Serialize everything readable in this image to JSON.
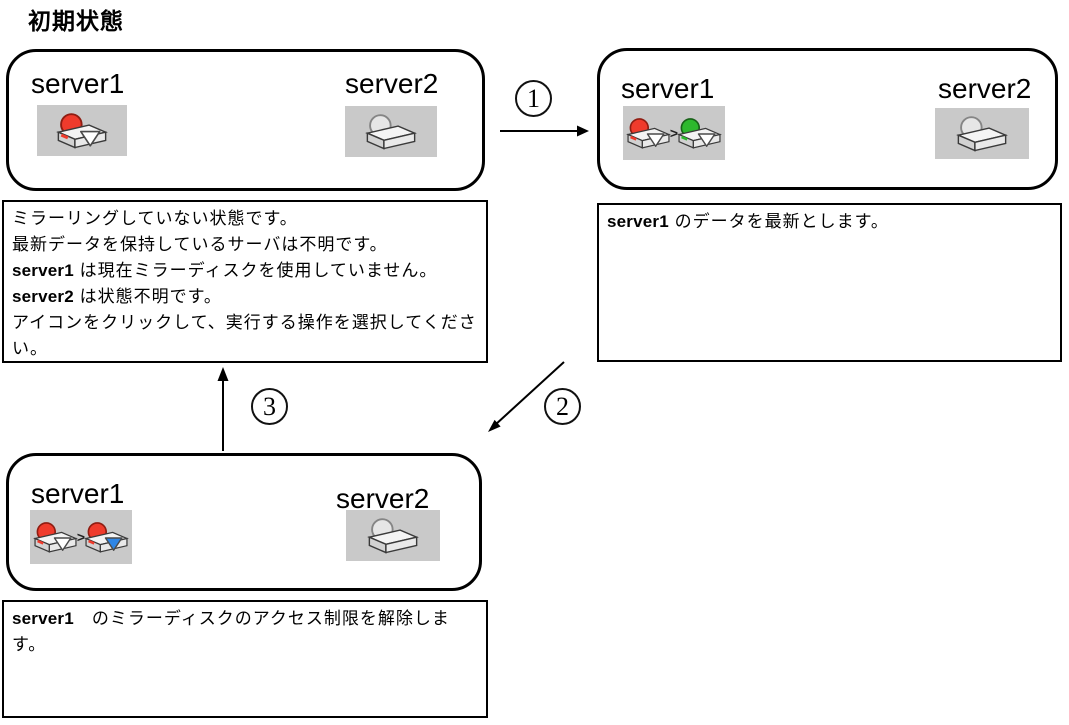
{
  "title": {
    "text": "初期状態"
  },
  "colors": {
    "red": "#ef3b2c",
    "green": "#2eb82e",
    "blue": "#2e86e6",
    "gray": "#e6e6e6",
    "white": "#ffffff",
    "tile_bg": "#c9c9c9",
    "line": "#000000"
  },
  "icon_defs": {
    "mirror-disk-error": {
      "ball": "red",
      "led": "red",
      "arrow": "white"
    },
    "mirror-disk-normal": {
      "ball": "green",
      "led": "green",
      "arrow": "white"
    },
    "mirror-disk-error-unlocked": {
      "ball": "red",
      "led": "red",
      "arrow": "blue"
    },
    "disk-unknown": {
      "ball": "gray",
      "led": null,
      "arrow": null
    }
  },
  "states": {
    "initial": {
      "server1": {
        "label": "server1",
        "icon": {
          "disks": [
            "mirror-disk-error"
          ]
        }
      },
      "server2": {
        "label": "server2",
        "icon": {
          "disks": [
            "disk-unknown"
          ]
        }
      }
    },
    "step1_result": {
      "server1": {
        "label": "server1",
        "icon": {
          "disks": [
            "mirror-disk-error",
            "mirror-disk-normal"
          ],
          "separator": ">"
        }
      },
      "server2": {
        "label": "server2",
        "icon": {
          "disks": [
            "disk-unknown"
          ]
        }
      }
    },
    "step2_result": {
      "server1": {
        "label": "server1",
        "icon": {
          "disks": [
            "mirror-disk-error",
            "mirror-disk-error-unlocked"
          ],
          "separator": ">"
        }
      },
      "server2": {
        "label": "server2",
        "icon": {
          "disks": [
            "disk-unknown"
          ]
        }
      }
    }
  },
  "captions": {
    "initial": {
      "lines": [
        [
          {
            "t": "ミラーリングしていない状態です。"
          }
        ],
        [
          {
            "t": "最新データを保持しているサーバは不明です。"
          }
        ],
        [
          {
            "t": "server1",
            "bold": true
          },
          {
            "t": " は現在ミラーディスクを使用していません。"
          }
        ],
        [
          {
            "t": "server2",
            "bold": true
          },
          {
            "t": " は状態不明です。"
          }
        ],
        [
          {
            "t": "アイコンをクリックして、実行する操作を選択してください。"
          }
        ]
      ]
    },
    "step1": {
      "lines": [
        [
          {
            "t": "server1",
            "bold": true
          },
          {
            "t": " のデータを最新とします。"
          }
        ]
      ]
    },
    "step2": {
      "lines": [
        [
          {
            "t": "server1",
            "bold": true
          },
          {
            "t": "　のミラーディスクのアクセス制限を解除します。"
          }
        ]
      ]
    }
  },
  "steps": {
    "step1": {
      "label": "1"
    },
    "step2": {
      "label": "2"
    },
    "step3": {
      "label": "3"
    }
  }
}
